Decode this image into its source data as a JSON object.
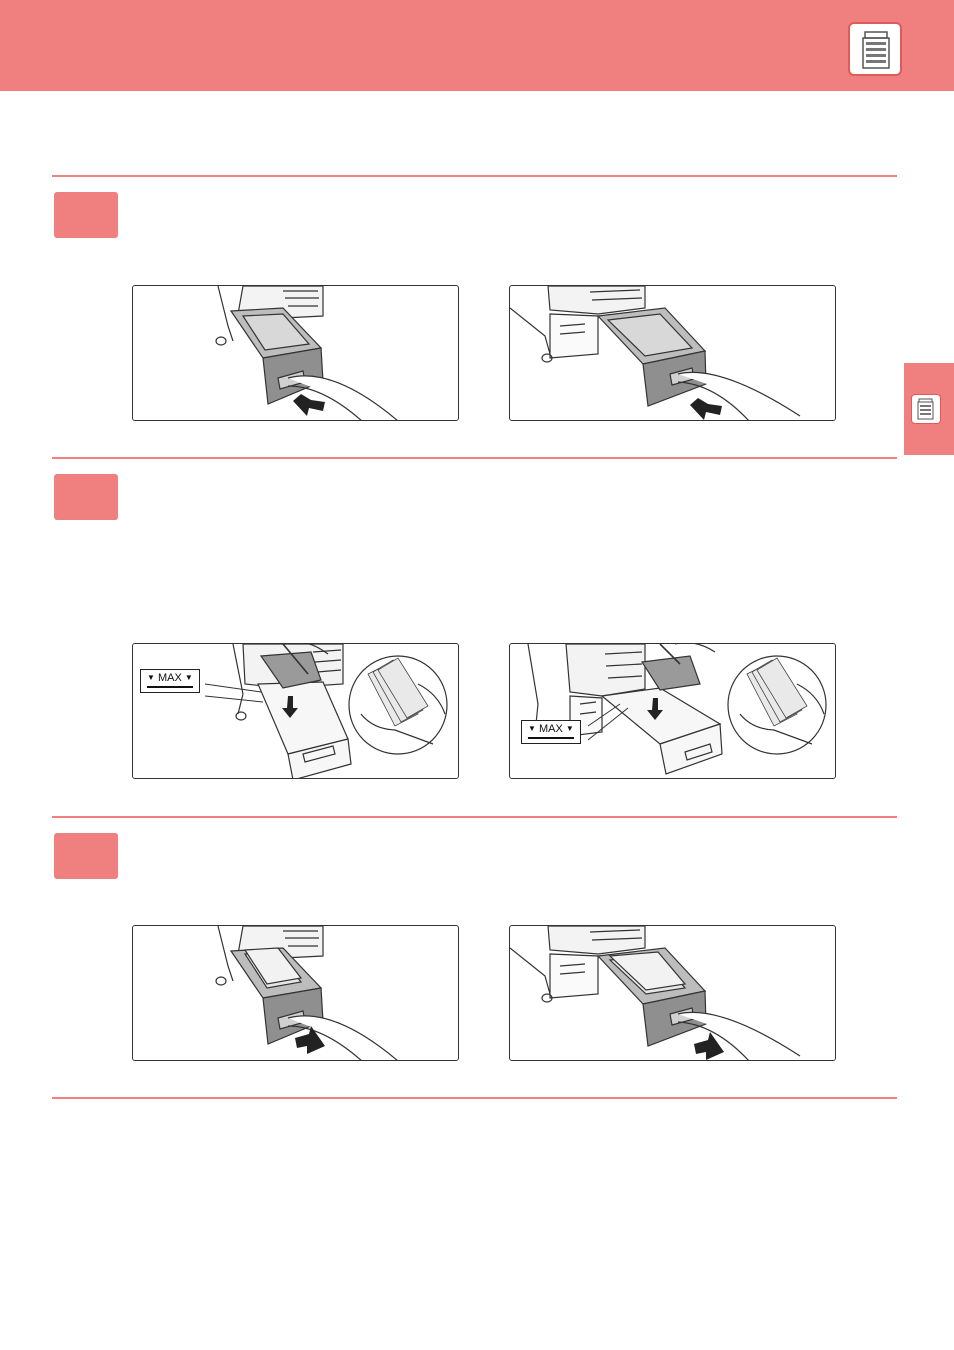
{
  "header": {
    "icon": "copier-machine-icon"
  },
  "side_tab": {
    "icon": "copier-machine-icon"
  },
  "steps": [
    {
      "icon": "step-badge",
      "panels": [
        "pull-out-tray",
        "pull-out-tray"
      ]
    },
    {
      "icon": "step-badge",
      "panels": [
        "load-paper-max",
        "load-paper-max"
      ]
    },
    {
      "icon": "step-badge",
      "panels": [
        "push-in-tray",
        "push-in-tray"
      ]
    }
  ],
  "max_label": {
    "text": "MAX"
  },
  "colors": {
    "accent": "#f08080",
    "accent_dark": "#e05a5a",
    "line_art": "#333333",
    "tray_grey": "#9a9a9a"
  }
}
